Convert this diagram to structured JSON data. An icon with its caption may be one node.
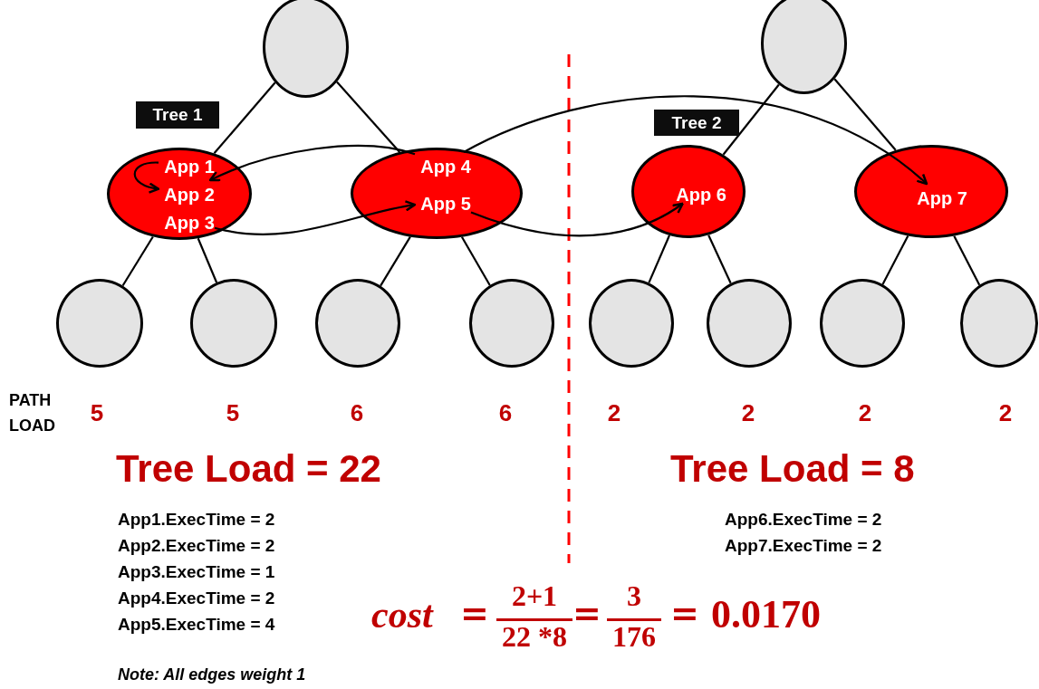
{
  "diagram": {
    "nodes": [
      {
        "text": [],
        "shape": "circle"
      },
      {
        "text": [],
        "shape": "circle"
      },
      {
        "text": [
          "Tree 1"
        ]
      },
      {
        "text": [
          "Tree 2"
        ]
      },
      {
        "text": [],
        "shape": "ellipse"
      },
      {
        "text": [
          "App 1"
        ],
        "in": 4
      },
      {
        "text": [
          "App 2"
        ],
        "in": 4
      },
      {
        "text": [
          "App 3"
        ],
        "in": 4
      },
      {
        "text": [],
        "shape": "ellipse"
      },
      {
        "text": [
          "App 4"
        ],
        "in": 8
      },
      {
        "text": [
          "App 5"
        ],
        "in": 8
      },
      {
        "text": [],
        "shape": "ellipse"
      },
      {
        "text": [
          "App 6"
        ],
        "in": 11
      },
      {
        "text": [],
        "shape": "ellipse"
      },
      {
        "text": [
          "App 7"
        ],
        "in": 13
      },
      {
        "text": [],
        "shape": "circle"
      },
      {
        "text": [],
        "shape": "circle"
      },
      {
        "text": [],
        "shape": "circle"
      },
      {
        "text": [],
        "shape": "circle"
      },
      {
        "text": [],
        "shape": "circle"
      },
      {
        "text": [],
        "shape": "circle"
      },
      {
        "text": [],
        "shape": "circle"
      },
      {
        "text": [],
        "shape": "circle"
      }
    ],
    "edges": [
      {
        "from": 0,
        "to": 4,
        "arrow": "none"
      },
      {
        "from": 0,
        "to": 8,
        "arrow": "none"
      },
      {
        "from": 4,
        "to": 15,
        "arrow": "none"
      },
      {
        "from": 4,
        "to": 16,
        "arrow": "none"
      },
      {
        "from": 8,
        "to": 17,
        "arrow": "none"
      },
      {
        "from": 8,
        "to": 18,
        "arrow": "none"
      },
      {
        "from": 1,
        "to": 11,
        "arrow": "none"
      },
      {
        "from": 1,
        "to": 13,
        "arrow": "none"
      },
      {
        "from": 11,
        "to": 19,
        "arrow": "none"
      },
      {
        "from": 11,
        "to": 20,
        "arrow": "none"
      },
      {
        "from": 13,
        "to": 21,
        "arrow": "none"
      },
      {
        "from": 13,
        "to": 22,
        "arrow": "none"
      },
      {
        "from": 5,
        "to": 6,
        "arrow": "to"
      },
      {
        "from": 9,
        "to": 6,
        "arrow": "to"
      },
      {
        "from": 7,
        "to": 10,
        "arrow": "to"
      },
      {
        "from": 9,
        "to": 14,
        "arrow": "to"
      },
      {
        "from": 10,
        "to": 12,
        "arrow": "to"
      }
    ],
    "labels": [
      "PATH LOAD",
      "5",
      "5",
      "6",
      "6",
      "2",
      "2",
      "2",
      "2",
      "Tree Load = 22",
      "Tree Load = 8",
      "App1.ExecTime = 2",
      "App6.ExecTime = 2",
      "App2.ExecTime = 2",
      "App7.ExecTime = 2",
      "App3.ExecTime = 1",
      "App4.ExecTime = 2",
      "App5.ExecTime = 4",
      "cost",
      "=",
      "2+1",
      "22 *8",
      "=",
      "3",
      "176",
      "=",
      "0.0170",
      "Note: All edges weight  1"
    ]
  }
}
